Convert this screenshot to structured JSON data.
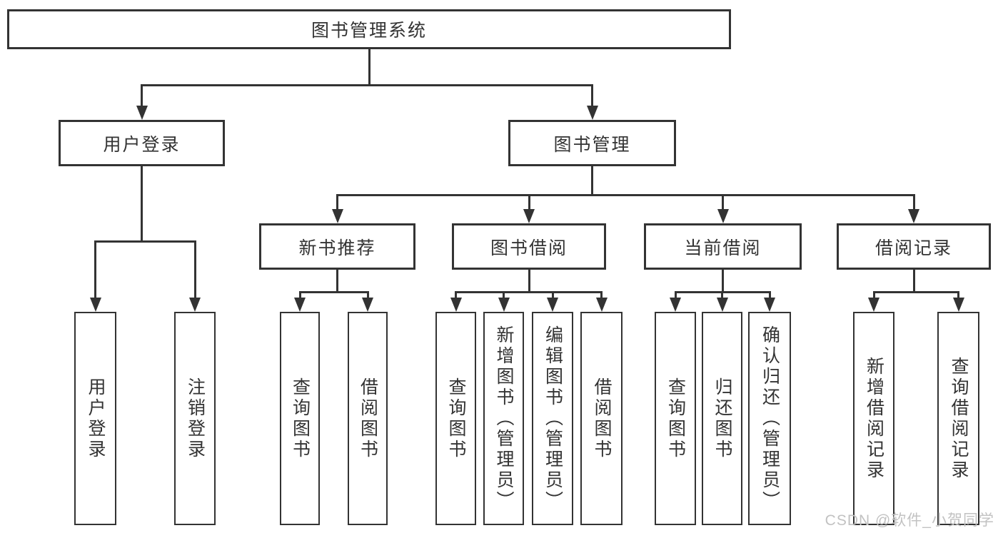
{
  "diagram": {
    "root": {
      "label": "图书管理系统"
    },
    "level2": [
      {
        "label": "用户登录"
      },
      {
        "label": "图书管理"
      }
    ],
    "level3": [
      {
        "label": "新书推荐"
      },
      {
        "label": "图书借阅"
      },
      {
        "label": "当前借阅"
      },
      {
        "label": "借阅记录"
      }
    ],
    "leaves": {
      "user": [
        "用户登录",
        "注销登录"
      ],
      "new_book": [
        "查询图书",
        "借阅图书"
      ],
      "book_borrow": [
        "查询图书",
        "新增图书（管理员）",
        "编辑图书（管理员）",
        "借阅图书"
      ],
      "current_borrow": [
        "查询图书",
        "归还图书",
        "确认归还（管理员）"
      ],
      "borrow_records": [
        "新增借阅记录",
        "查询借阅记录"
      ]
    }
  },
  "watermark": {
    "text": "CSDN @软件_小贺同学"
  },
  "colors": {
    "line": "#333333",
    "text": "#333333",
    "box_background": "#ffffff",
    "background": "#ffffff",
    "watermark": "#c2c2c2"
  }
}
